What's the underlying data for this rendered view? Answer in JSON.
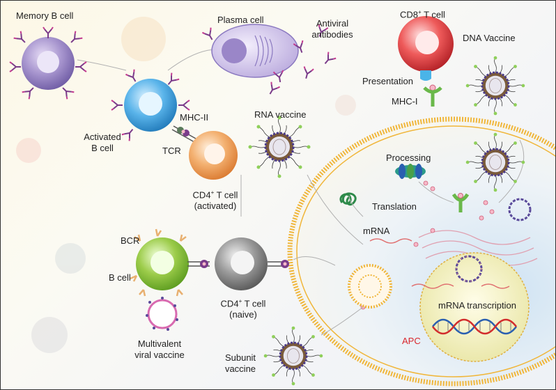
{
  "labels": {
    "memory_b_cell": "Memory B cell",
    "plasma_cell": "Plasma cell",
    "antiviral_antibodies_1": "Antiviral",
    "antiviral_antibodies_2": "antibodies",
    "cd8_t_cell_a": "CD8",
    "cd8_t_cell_sup": "+",
    "cd8_t_cell_b": " T cell",
    "dna_vaccine": "DNA Vaccine",
    "presentation": "Presentation",
    "mhc_i": "MHC-I",
    "mhc_ii": "MHC-II",
    "activated_b_cell_1": "Activated",
    "activated_b_cell_2": "B cell",
    "tcr": "TCR",
    "rna_vaccine": "RNA vaccine",
    "cd4_activated_a": "CD4",
    "cd4_activated_sup": "+",
    "cd4_activated_b": " T cell",
    "cd4_activated_c": "(activated)",
    "processing": "Processing",
    "translation": "Translation",
    "mrna": "mRNA",
    "bcr": "BCR",
    "b_cell": "B cell",
    "cd4_naive_a": "CD4",
    "cd4_naive_sup": "+",
    "cd4_naive_b": " T cell",
    "cd4_naive_c": "(naive)",
    "mrna_transcription": "mRNA transcription",
    "apc": "APC",
    "multivalent_1": "Multivalent",
    "multivalent_2": "viral vaccine",
    "subunit_1": "Subunit",
    "subunit_2": "vaccine"
  },
  "colors": {
    "apc_label": "#d9262c",
    "membrane": "#f0b63a",
    "memory_b": "#9a86c4",
    "activated_b": "#4aa8e0",
    "cd4_activated": "#f0a860",
    "cd8": "#e64a4a",
    "b_cell": "#8cc63f",
    "cd4_naive": "#8a8a8a",
    "nucleus": "#f4f2c6"
  }
}
